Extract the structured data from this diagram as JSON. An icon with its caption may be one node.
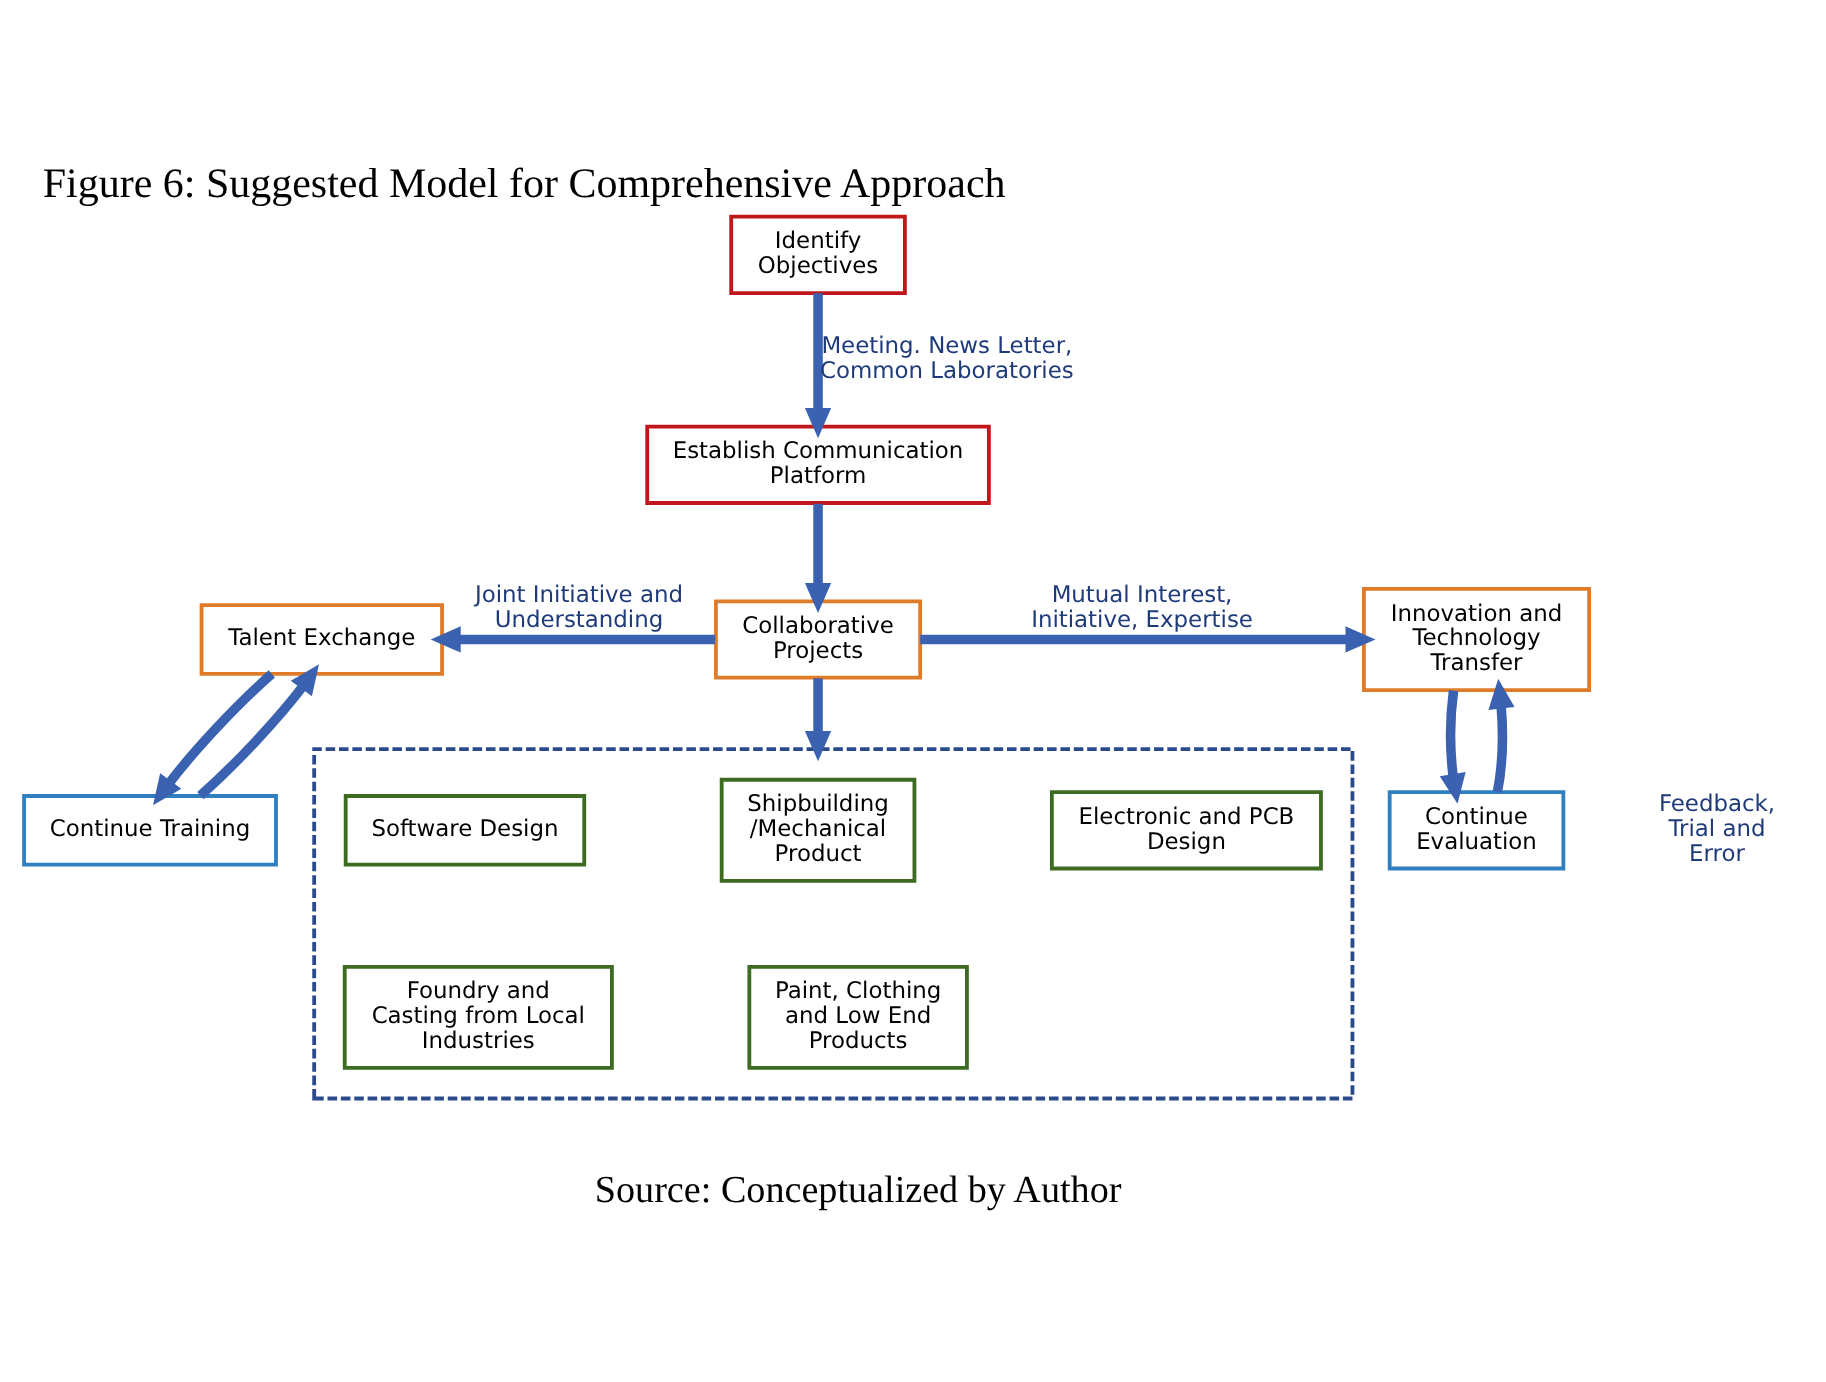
{
  "diagram": {
    "title": "Figure 6: Suggested Model for Comprehensive Approach",
    "caption": "Source: Conceptualized by Author",
    "nodes": [
      {
        "text": [
          "Identify Objectives"
        ]
      },
      {
        "text": [
          "Establish Communication Platform"
        ]
      },
      {
        "text": [
          "Collaborative Projects"
        ]
      },
      {
        "text": [
          "Talent Exchange"
        ]
      },
      {
        "text": [
          "Innovation and Technology Transfer"
        ]
      },
      {
        "text": [
          "Continue Training"
        ]
      },
      {
        "text": [
          "Continue Evaluation"
        ]
      },
      {
        "text": [],
        "shape": "box"
      },
      {
        "text": [
          "Software Design"
        ],
        "in": 7
      },
      {
        "text": [
          "Shipbuilding /Mechanical Product"
        ],
        "in": 7
      },
      {
        "text": [
          "Electronic and PCB Design"
        ],
        "in": 7
      },
      {
        "text": [
          "Foundry and Casting from Local Industries"
        ],
        "in": 7
      },
      {
        "text": [
          "Paint, Clothing and Low End Products"
        ],
        "in": 7
      }
    ],
    "edges": [
      {
        "from": 0,
        "to": 1,
        "arrow": "to",
        "label": "Meeting. News Letter, Common Laboratories"
      },
      {
        "from": 1,
        "to": 2,
        "arrow": "to"
      },
      {
        "from": 2,
        "to": 3,
        "arrow": "to",
        "label": "Joint Initiative and Understanding"
      },
      {
        "from": 2,
        "to": 4,
        "arrow": "to",
        "label": "Mutual Interest, Initiative, Expertise"
      },
      {
        "from": 2,
        "to": 7,
        "arrow": "to"
      },
      {
        "from": 3,
        "to": 5,
        "arrow": "to"
      },
      {
        "from": 5,
        "to": 3,
        "arrow": "to"
      },
      {
        "from": 4,
        "to": 6,
        "arrow": "to"
      },
      {
        "from": 6,
        "to": 4,
        "arrow": "to"
      }
    ],
    "labels": [
      "Feedback, Trial and Error"
    ]
  }
}
